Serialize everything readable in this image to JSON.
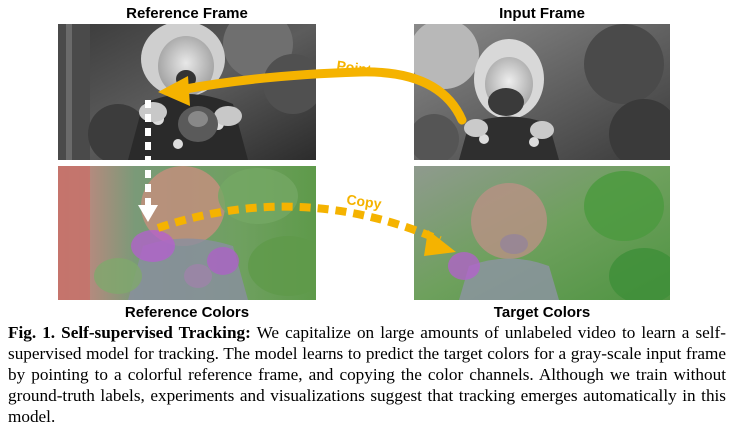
{
  "figure": {
    "labels": {
      "reference_frame": "Reference Frame",
      "input_frame": "Input Frame",
      "reference_colors": "Reference Colors",
      "target_colors": "Target Colors"
    },
    "arrows": {
      "pointer": "Pointer",
      "copy": "Copy"
    },
    "colors": {
      "arrow_orange": "#f5b300",
      "arrow_white": "#ffffff",
      "color_green": "#5e9a4a",
      "color_magenta": "#b35fd0",
      "color_salmon": "#c98a7a"
    }
  },
  "caption": {
    "head": "Fig. 1. Self-supervised Tracking:",
    "body": " We capitalize on large amounts of unlabeled video to learn a self-supervised model for tracking. The model learns to predict the target colors for a gray-scale input frame by pointing to a colorful reference frame, and copying the color channels. Although we train without ground-truth labels, experiments and visualizations suggest that tracking emerges automatically in this model."
  }
}
